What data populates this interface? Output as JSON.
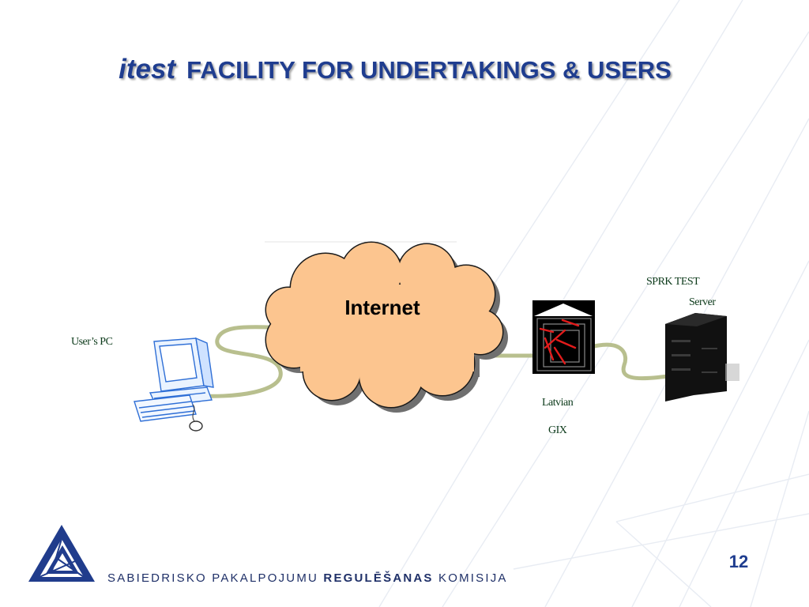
{
  "slide": {
    "title_brand": "itest",
    "title_rest": "FACILITY FOR UNDERTAKINGS & USERS",
    "page_number": "12"
  },
  "diagram": {
    "cloud_label": "Internet",
    "users_pc_label": "User’s PC",
    "sprk_test_label": "SPRK TEST",
    "server_label": "Server",
    "latvian_label": "Latvian",
    "gix_label": "GIX"
  },
  "footer": {
    "org_name_part1": "SABIEDRISKO PAKALPOJUMU",
    "org_name_bold": "REGULĒŠANAS",
    "org_name_part2": "KOMISIJA"
  },
  "colors": {
    "title": "#1f3d8f",
    "cloud_fill": "#fcc58f",
    "cable": "#b8bf8e",
    "label_text": "#0c3a1a"
  }
}
